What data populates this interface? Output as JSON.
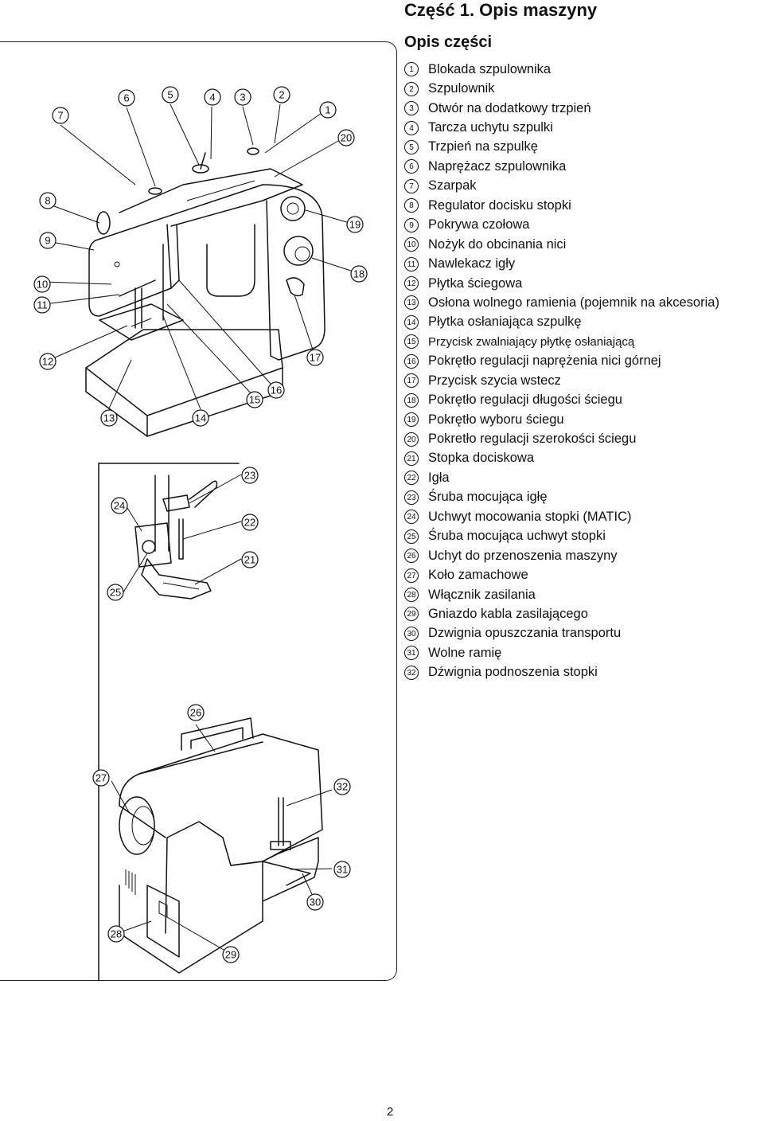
{
  "header": {
    "title": "Część 1. Opis maszyny"
  },
  "section": {
    "title": "Opis części"
  },
  "parts": [
    {
      "num": "1",
      "label": "Blokada szpulownika"
    },
    {
      "num": "2",
      "label": "Szpulownik"
    },
    {
      "num": "3",
      "label": "Otwór na dodatkowy trzpień"
    },
    {
      "num": "4",
      "label": "Tarcza uchytu szpulki"
    },
    {
      "num": "5",
      "label": "Trzpień na szpulkę"
    },
    {
      "num": "6",
      "label": "Naprężacz szpulownika"
    },
    {
      "num": "7",
      "label": "Szarpak"
    },
    {
      "num": "8",
      "label": "Regulator docisku stopki"
    },
    {
      "num": "9",
      "label": "Pokrywa czołowa"
    },
    {
      "num": "10",
      "label": "Nożyk do obcinania nici"
    },
    {
      "num": "11",
      "label": "Nawlekacz igły"
    },
    {
      "num": "12",
      "label": "Płytka ściegowa"
    },
    {
      "num": "13",
      "label": "Osłona wolnego ramienia (pojemnik na akcesoria)"
    },
    {
      "num": "14",
      "label": "Płytka osłaniająca szpulkę"
    },
    {
      "num": "15",
      "label": "Przycisk zwalniający płytkę osłaniającą"
    },
    {
      "num": "16",
      "label": "Pokrętło regulacji naprężenia nici górnej"
    },
    {
      "num": "17",
      "label": "Przycisk szycia wstecz"
    },
    {
      "num": "18",
      "label": "Pokrętło regulacji długości ściegu"
    },
    {
      "num": "19",
      "label": "Pokrętło wyboru ściegu"
    },
    {
      "num": "20",
      "label": "Pokretło regulacji szerokości ściegu"
    },
    {
      "num": "21",
      "label": "Stopka dociskowa"
    },
    {
      "num": "22",
      "label": "Igła"
    },
    {
      "num": "23",
      "label": "Śruba mocująca igłę"
    },
    {
      "num": "24",
      "label": "Uchwyt mocowania stopki (MATIC)"
    },
    {
      "num": "25",
      "label": "Śruba mocująca uchwyt stopki"
    },
    {
      "num": "26",
      "label": "Uchyt do przenoszenia maszyny"
    },
    {
      "num": "27",
      "label": "Koło zamachowe"
    },
    {
      "num": "28",
      "label": "Włącznik zasilania"
    },
    {
      "num": "29",
      "label": "Gniazdo kabla zasilającego"
    },
    {
      "num": "30",
      "label": "Dzwignia opuszczania transportu"
    },
    {
      "num": "31",
      "label": "Wolne ramię"
    },
    {
      "num": "32",
      "label": "Dźwignia podnoszenia stopki"
    }
  ],
  "callouts": {
    "c1": "1",
    "c2": "2",
    "c3": "3",
    "c4": "4",
    "c5": "5",
    "c6": "6",
    "c7": "7",
    "c8": "8",
    "c9": "9",
    "c10": "10",
    "c11": "11",
    "c12": "12",
    "c13": "13",
    "c14": "14",
    "c15": "15",
    "c16": "16",
    "c17": "17",
    "c18": "18",
    "c19": "19",
    "c20": "20",
    "c21": "21",
    "c22": "22",
    "c23": "23",
    "c24": "24",
    "c25": "25",
    "c26": "26",
    "c27": "27",
    "c28": "28",
    "c29": "29",
    "c30": "30",
    "c31": "31",
    "c32": "32"
  },
  "footer": {
    "page_number": "2"
  }
}
